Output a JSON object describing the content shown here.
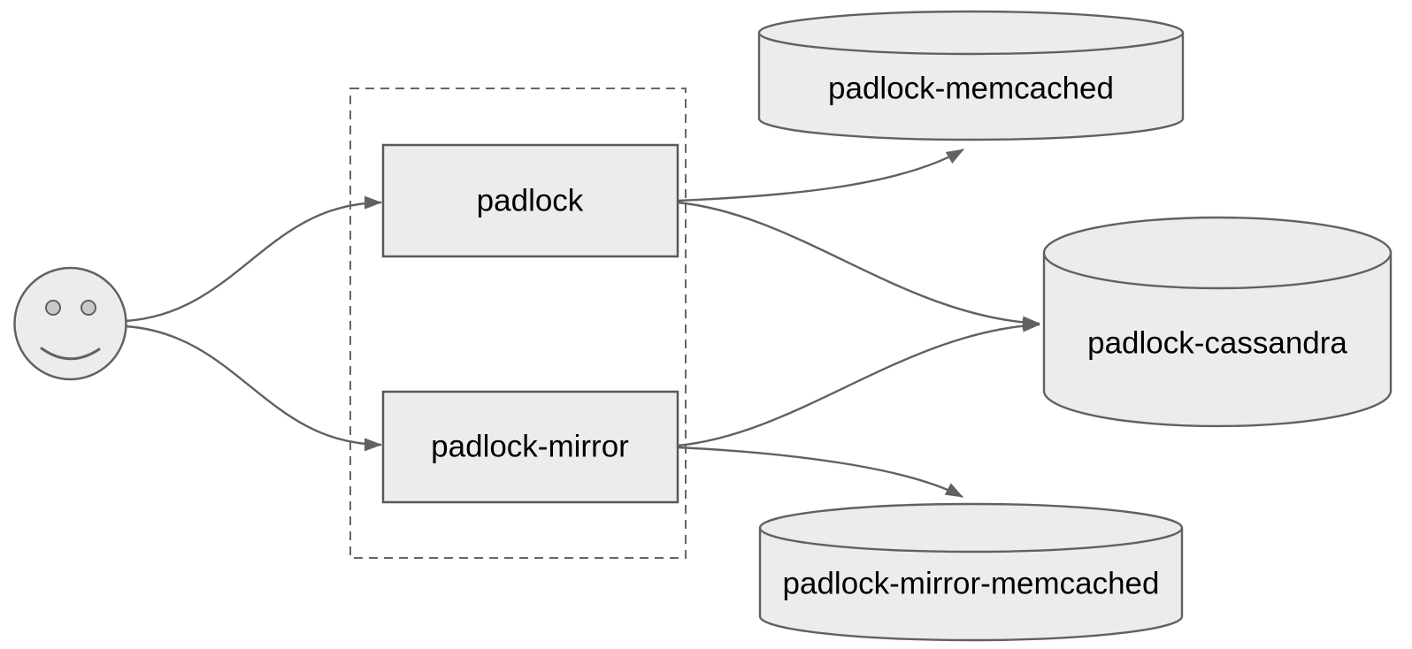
{
  "diagram": {
    "type": "architecture-diagram",
    "background": "#ffffff",
    "colors": {
      "shape_fill": "#ececec",
      "shape_stroke": "#616161",
      "box_stroke": "#595959",
      "dashed_group_stroke": "#666666",
      "edge_stroke": "#616161",
      "text": "#000000",
      "smiley_eye_fill": "#c9c9c9"
    },
    "nodes": {
      "user": {
        "shape": "smiley-face"
      },
      "service_group": {
        "shape": "dashed-container"
      },
      "padlock": {
        "label": "padlock",
        "shape": "rectangle"
      },
      "padlock_mirror": {
        "label": "padlock-mirror",
        "shape": "rectangle"
      },
      "padlock_memcached": {
        "label": "padlock-memcached",
        "shape": "cylinder"
      },
      "padlock_cassandra": {
        "label": "padlock-cassandra",
        "shape": "cylinder"
      },
      "padlock_mirror_memcached": {
        "label": "padlock-mirror-memcached",
        "shape": "cylinder"
      }
    },
    "edges": [
      {
        "from": "user",
        "to": "padlock"
      },
      {
        "from": "user",
        "to": "padlock-mirror"
      },
      {
        "from": "padlock",
        "to": "padlock-memcached"
      },
      {
        "from": "padlock",
        "to": "padlock-cassandra"
      },
      {
        "from": "padlock-mirror",
        "to": "padlock-cassandra"
      },
      {
        "from": "padlock-mirror",
        "to": "padlock-mirror-memcached"
      }
    ]
  }
}
